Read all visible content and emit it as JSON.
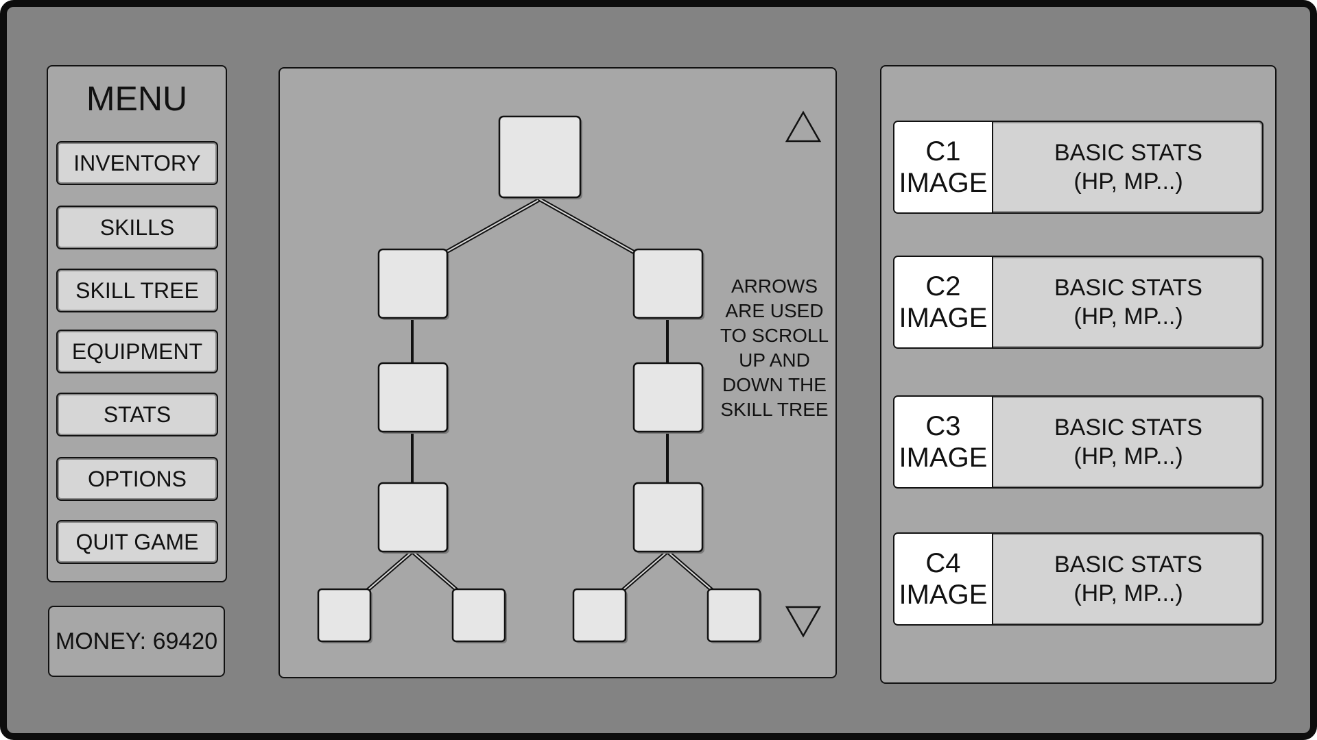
{
  "menu": {
    "title": "MENU",
    "items": [
      {
        "label": "INVENTORY"
      },
      {
        "label": "SKILLS"
      },
      {
        "label": "SKILL TREE"
      },
      {
        "label": "EQUIPMENT"
      },
      {
        "label": "STATS"
      },
      {
        "label": "OPTIONS"
      },
      {
        "label": "QUIT GAME"
      }
    ]
  },
  "money": {
    "label": "MONEY: 69420"
  },
  "skill_tree": {
    "note": "ARROWS ARE USED TO SCROLL UP AND DOWN THE SKILL TREE",
    "scroll_up_icon": "triangle-up-icon",
    "scroll_down_icon": "triangle-down-icon"
  },
  "party": [
    {
      "image_line1": "C1",
      "image_line2": "IMAGE",
      "stats_line1": "BASIC STATS",
      "stats_line2": "(HP, MP...)"
    },
    {
      "image_line1": "C2",
      "image_line2": "IMAGE",
      "stats_line1": "BASIC STATS",
      "stats_line2": "(HP, MP...)"
    },
    {
      "image_line1": "C3",
      "image_line2": "IMAGE",
      "stats_line1": "BASIC STATS",
      "stats_line2": "(HP, MP...)"
    },
    {
      "image_line1": "C4",
      "image_line2": "IMAGE",
      "stats_line1": "BASIC STATS",
      "stats_line2": "(HP, MP...)"
    }
  ],
  "colors": {
    "background": "#838383",
    "panel": "#a7a7a7",
    "button": "#d6d6d6",
    "node": "#e6e6e6",
    "outline": "#111111"
  }
}
